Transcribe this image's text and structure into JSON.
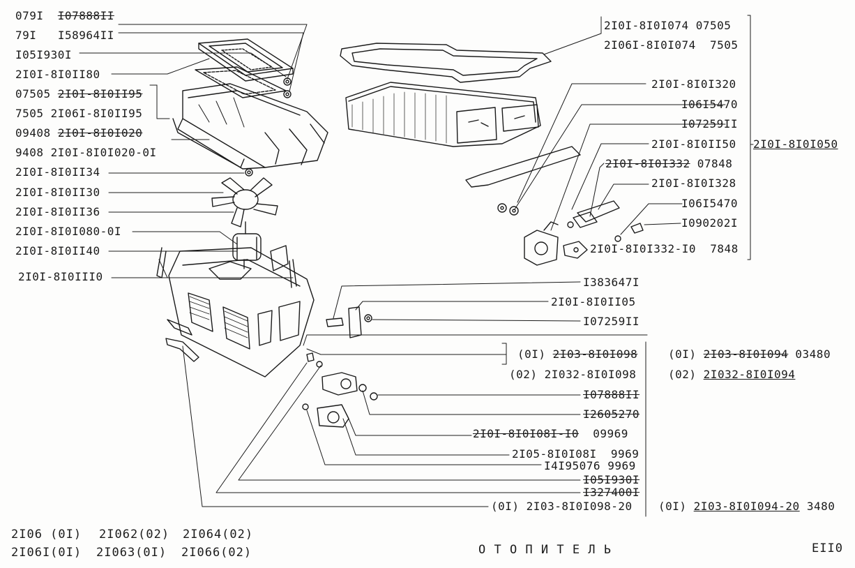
{
  "labels": {
    "l1a": "079I",
    "l1b": "I07888II",
    "l2a": "79I",
    "l2b": "I58964II",
    "l3": "I05I930I",
    "l4": "2I0I-8I0II80",
    "l5a": "07505",
    "l5b": "2I0I-8I0II95",
    "l6": "7505 2I06I-8I0II95",
    "l7a": "09408",
    "l7b": "2I0I-8I0I020",
    "l8": "9408 2I0I-8I0I020-0I",
    "l9": "2I0I-8I0II34",
    "l10": "2I0I-8I0II30",
    "l11": "2I0I-8I0II36",
    "l12": "2I0I-8I0I080-0I",
    "l13": "2I0I-8I0II40",
    "l14": "2I0I-8I0III0",
    "r1a": "2I0I-8I0I074",
    "r1b": "07505",
    "r2": "2I06I-8I0I074  7505",
    "r3": "2I0I-8I0I320",
    "r4": "I06I5470",
    "r5": "I07259II",
    "r6": "2I0I-8I0II50",
    "r7a": "2I0I-8I0I332",
    "r7b": "07848",
    "r8": "2I0I-8I0I328",
    "r9": "I06I5470",
    "r10": "I090202I",
    "r11": "2I0I-8I0I332-I0  7848",
    "r_group": "2I0I-8I0I050",
    "m1": "I383647I",
    "m2": "2I0I-8I0II05",
    "m3": "I07259II",
    "m4a": "(0I)",
    "m4b": "2I03-8I0I098",
    "m5": "(02) 2I032-8I0I098",
    "m4c_a": "(0I)",
    "m4c_b": "2I03-8I0I094",
    "m4c_c": "03480",
    "m5c_a": "(02)",
    "m5c_b": "2I032-8I0I094",
    "m6": "I07888II",
    "m7": "I2605270",
    "m8a": "2I0I-8I0I08I-I0",
    "m8b": "09969",
    "m9": "2I05-8I0I08I  9969",
    "m10": "I4I95076 9969",
    "m11": "I05I930I",
    "m12": "I327400I",
    "m13": "(0I) 2I03-8I0I098-20",
    "m14a": "(0I)",
    "m14b": "2I03-8I0I094-20",
    "m14c": "3480"
  },
  "footer": {
    "models_row1": [
      "2I06 (0I)",
      "2I062(02)",
      "2I064(02)"
    ],
    "models_row2": [
      "2I06I(0I)",
      "2I063(0I)",
      "2I066(02)"
    ],
    "title": "О Т О П И Т Е Л Ь",
    "code": "EII0"
  }
}
